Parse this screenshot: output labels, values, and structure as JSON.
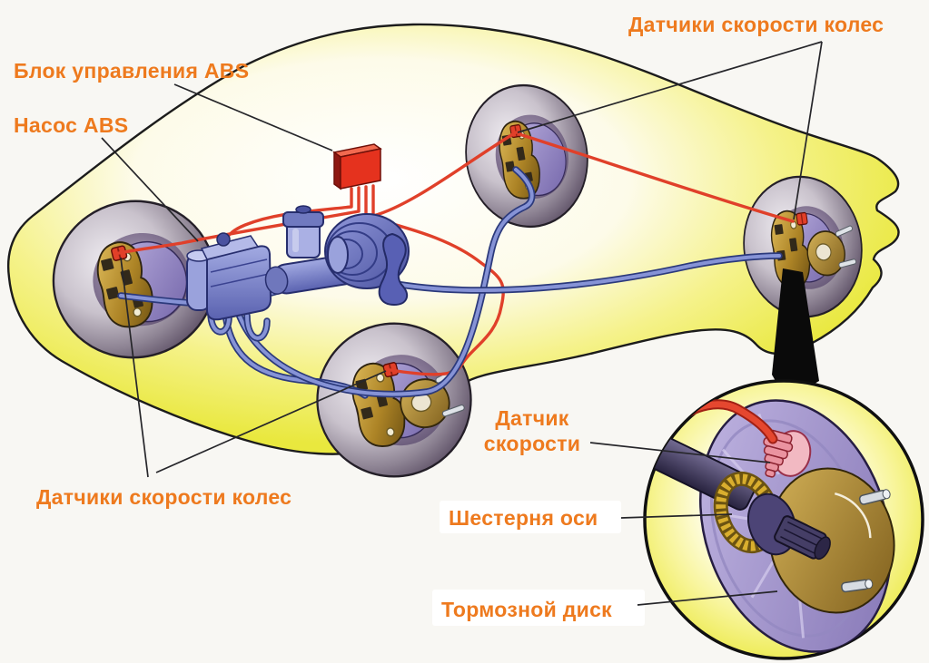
{
  "diagram": {
    "labels": {
      "control_unit": "Блок управления ABS",
      "pump": "Насос ABS",
      "sensors_rear": "Датчики скорости колес",
      "sensors_front": "Датчики скорости колес",
      "inset_sensor_line1": "Датчик",
      "inset_sensor_line2": "скорости",
      "inset_gear": "Шестерня оси",
      "inset_disc": "Тормозной диск"
    },
    "colors": {
      "label_orange": "#ee7a1e",
      "car_body_yellow": "#e9e83e",
      "wire_red": "#e0402a",
      "brake_line_blue": "#8693d6",
      "component_blue": "#8890d4",
      "control_unit_red": "#e5321e",
      "caliper_gold": "#c7a33e",
      "disc_purple": "#a194cc",
      "tire_gray": "#b5aeb8",
      "background": "#f8f7f3"
    }
  }
}
